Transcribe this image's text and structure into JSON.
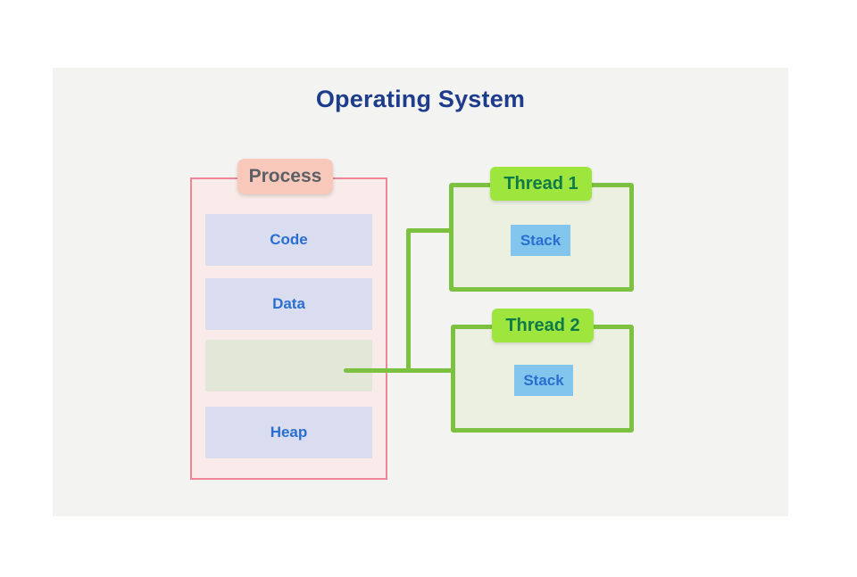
{
  "panel": {
    "background": "#f3f3f2"
  },
  "title": {
    "text": "Operating System",
    "color": "#1d3c8c"
  },
  "process": {
    "label": "Process",
    "border_color": "#ef8494",
    "fill_color": "#f9ebe9",
    "label_bg": "#f8c9ba",
    "label_text_color": "#5c6066",
    "segment_text_color": "#2a6fd0",
    "segments": [
      {
        "label": "Code",
        "fill": "#d9ddef"
      },
      {
        "label": "Data",
        "fill": "#d9ddef"
      },
      {
        "label": "",
        "fill": "#e3e7d8"
      },
      {
        "label": "Heap",
        "fill": "#d9ddef"
      }
    ]
  },
  "threads": [
    {
      "label": "Thread 1",
      "stack_label": "Stack"
    },
    {
      "label": "Thread 2",
      "stack_label": "Stack"
    }
  ],
  "thread_style": {
    "border_color": "#7cc140",
    "fill_color": "#ebf0e1",
    "label_bg": "#9ee53e",
    "label_text_color": "#0e7a47",
    "stack_bg": "#82c6ee",
    "stack_text_color": "#2a6fd0"
  },
  "connector_color": "#7cc140"
}
